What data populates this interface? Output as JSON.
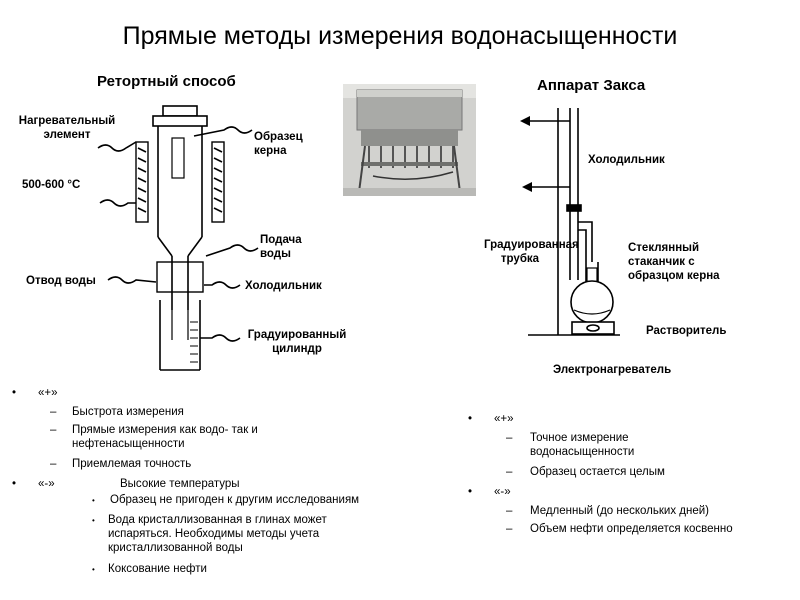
{
  "title": "Прямые методы измерения водонасыщенности",
  "left": {
    "subtitle": "Ретортный способ",
    "labels": {
      "heater": "Нагревательный элемент",
      "temp": "500-600 °С",
      "sample": "Образец керна",
      "feed": "Подача воды",
      "drain": "Отвод воды",
      "cooler": "Холодильник",
      "cylinder": "Градуированный цилиндр"
    },
    "pros_head": "«+»",
    "pros": [
      "Быстрота измерения",
      "Прямые измерения как водо- так и нефтенасыщенности",
      "Приемлемая точность"
    ],
    "cons_head": "«-»",
    "cons_first": "Высокие температуры",
    "cons_bullets": [
      "Образец не пригоден к другим исследованиям",
      "Вода кристаллизованная в глинах может испаряться. Необходимы методы учета кристаллизованной воды",
      "Коксование нефти"
    ]
  },
  "right": {
    "subtitle": "Аппарат Закса",
    "labels": {
      "cooler": "Холодильник",
      "tube": "Градуированная трубка",
      "cup": "Стеклянный стаканчик с образцом керна",
      "solvent": "Растворитель",
      "heater": "Электронагреватель"
    },
    "pros_head": "«+»",
    "pros": [
      "Точное измерение водонасыщенности",
      "Образец остается целым"
    ],
    "cons_head": "«-»",
    "cons": [
      "Медленный (до нескольких дней)",
      "Объем нефти определяется косвенно"
    ]
  },
  "icons": {
    "bullet": "bullet-dot",
    "dash": "en-dash",
    "sub_bullet": "small-bullet",
    "photo": "retort-apparatus-photo"
  }
}
